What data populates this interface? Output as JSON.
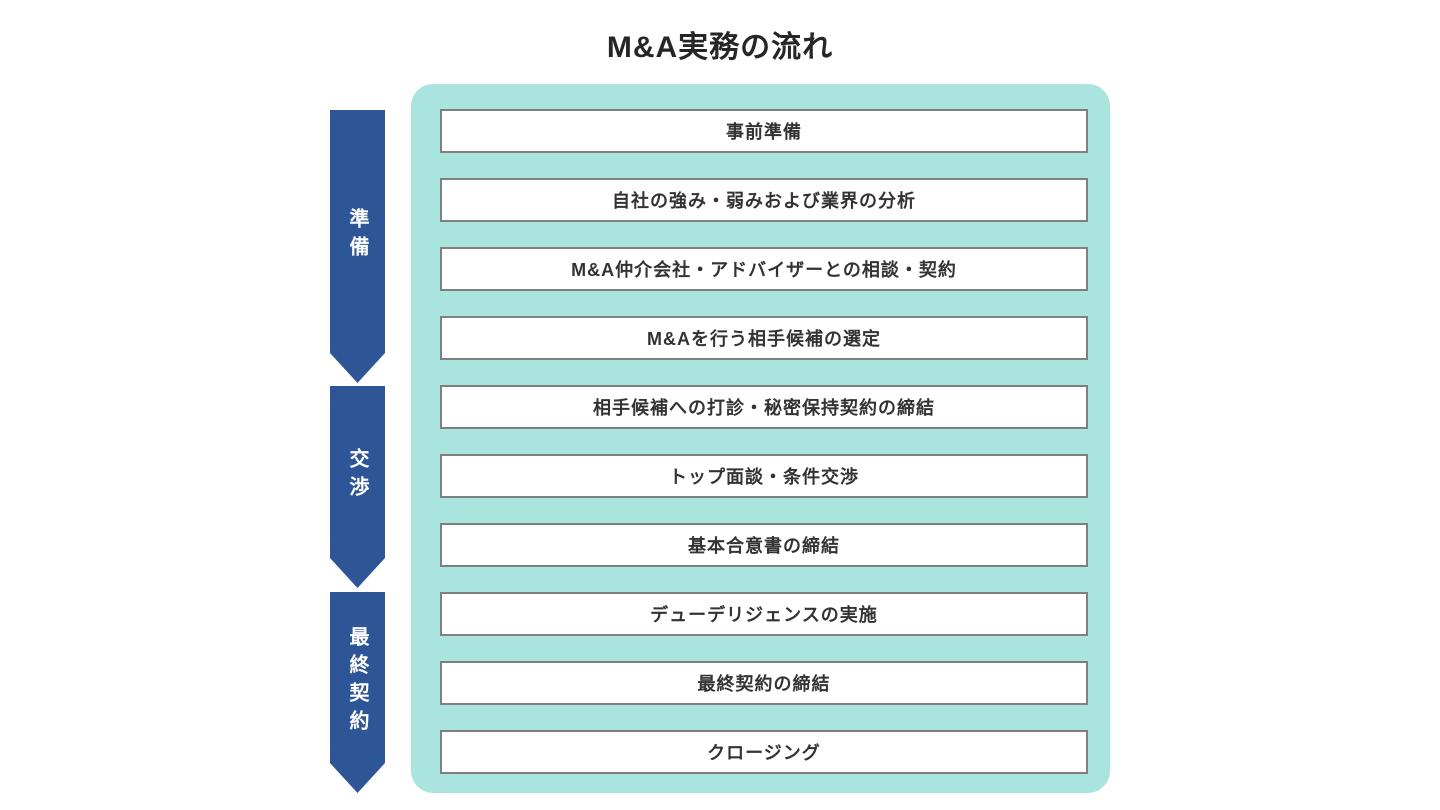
{
  "title": "M&A実務の流れ",
  "colors": {
    "panel_teal": "#a9e4de",
    "arrow_blue": "#2e5596",
    "box_border_gray": "#7f7f7f",
    "text_dark": "#333333",
    "arrow_text_white": "#ffffff"
  },
  "phases": [
    {
      "label": "準備",
      "covers_steps": [
        1,
        2,
        3,
        4
      ]
    },
    {
      "label": "交渉",
      "covers_steps": [
        5,
        6,
        7
      ]
    },
    {
      "label": "最終契約",
      "covers_steps": [
        8,
        9,
        10
      ]
    }
  ],
  "steps": [
    "事前準備",
    "自社の強み・弱みおよび業界の分析",
    "M&A仲介会社・アドバイザーとの相談・契約",
    "M&Aを行う相手候補の選定",
    "相手候補への打診・秘密保持契約の締結",
    "トップ面談・条件交渉",
    "基本合意書の締結",
    "デューデリジェンスの実施",
    "最終契約の締結",
    "クロージング"
  ]
}
